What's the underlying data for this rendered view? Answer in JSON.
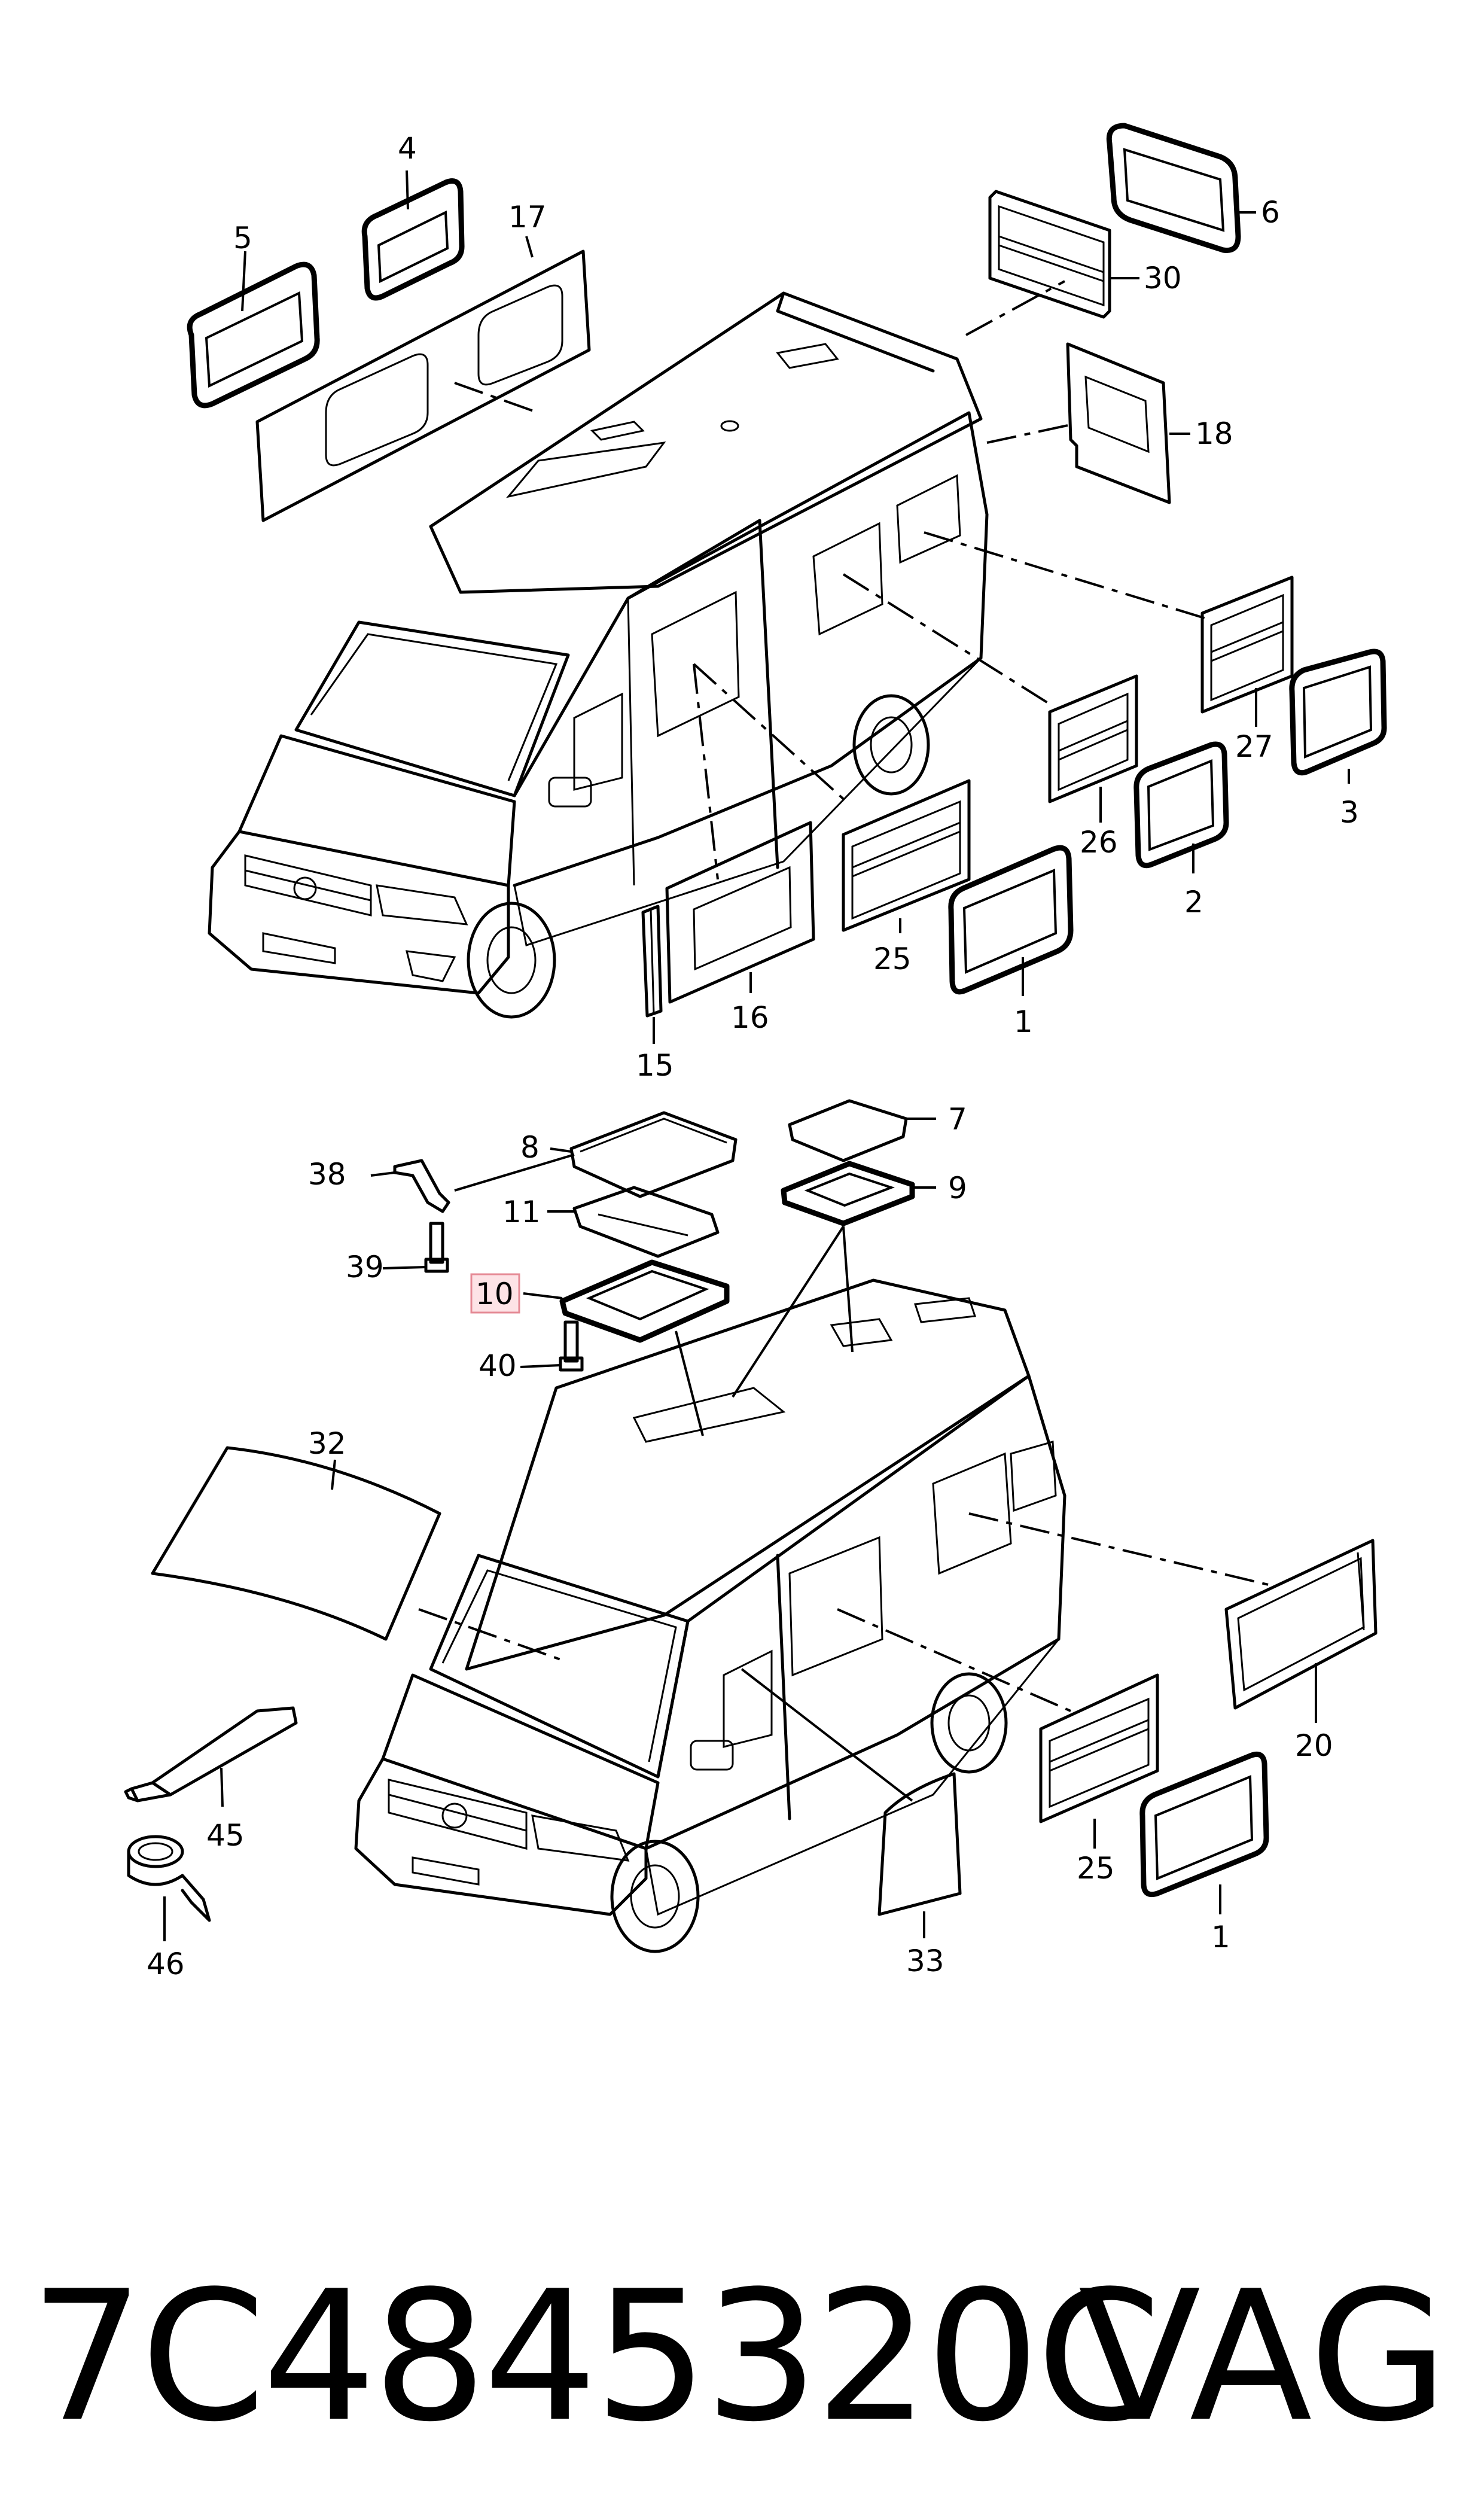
{
  "labels": {
    "n1": "1",
    "n1b": "1",
    "n2": "2",
    "n3": "3",
    "n4": "4",
    "n5": "5",
    "n6": "6",
    "n7": "7",
    "n8": "8",
    "n9": "9",
    "n10": "10",
    "n11": "11",
    "n15": "15",
    "n16": "16",
    "n17": "17",
    "n18": "18",
    "n20": "20",
    "n25": "25",
    "n25b": "25",
    "n26": "26",
    "n27": "27",
    "n30": "30",
    "n32": "32",
    "n33": "33",
    "n38": "38",
    "n39": "39",
    "n40": "40",
    "n45": "45",
    "n46": "46"
  },
  "footer": {
    "part_number": "7C4845320C",
    "brand": "VAG"
  },
  "colors": {
    "highlight_fill": "#fde3e6",
    "highlight_border": "#e58a95",
    "ink": "#000000"
  },
  "highlighted_part": "10"
}
